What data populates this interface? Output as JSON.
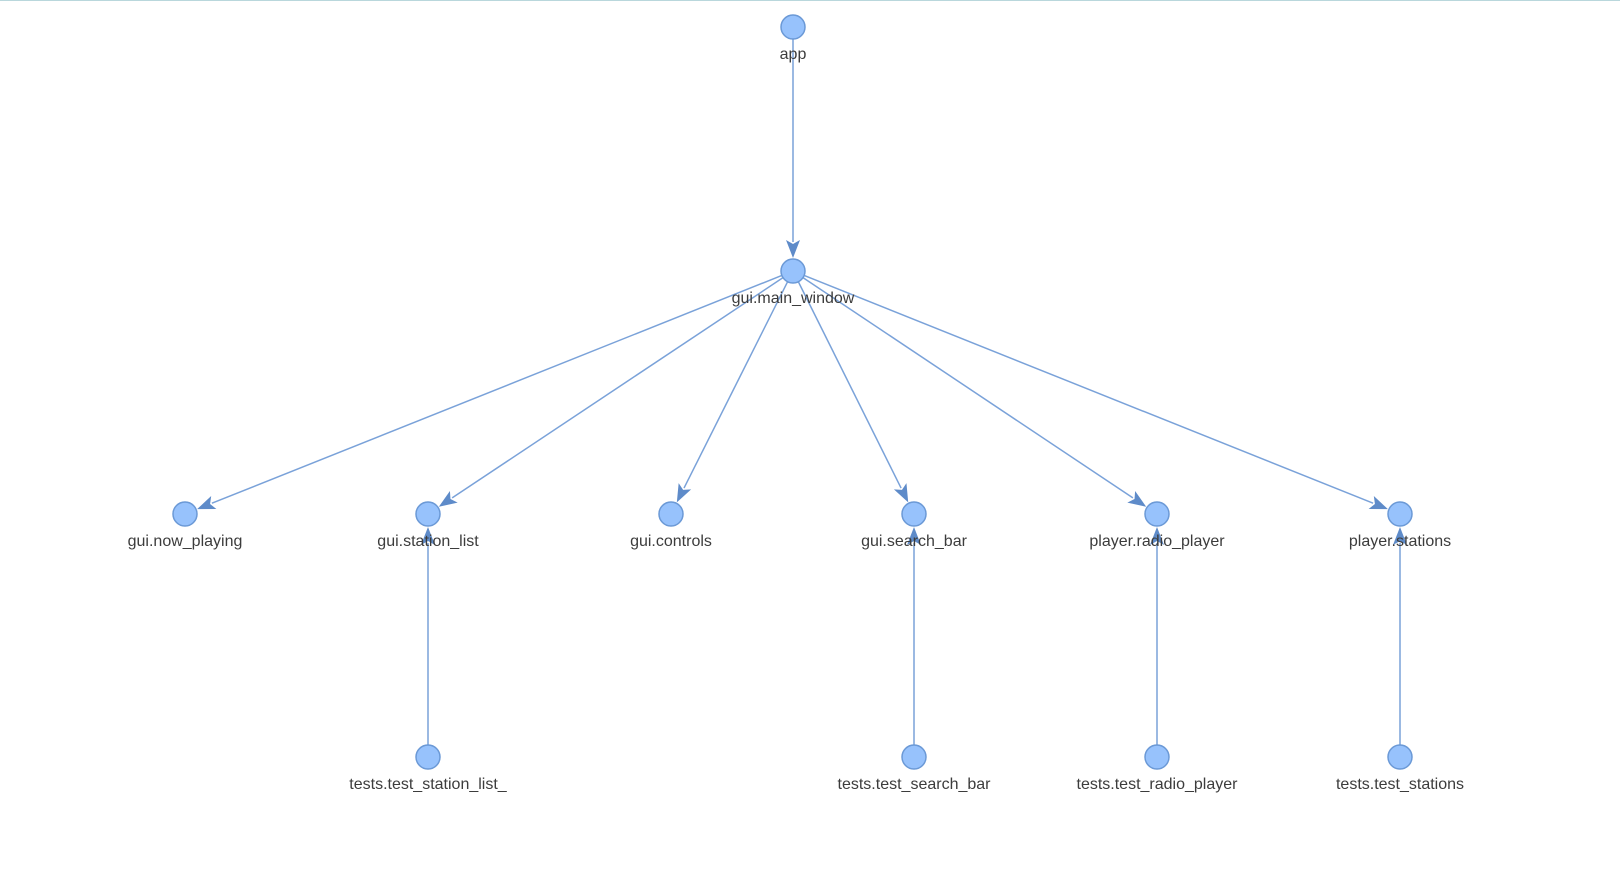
{
  "graph": {
    "colors": {
      "node_fill": "#97c2fc",
      "node_stroke": "#6b99d6",
      "edge": "#7aa2d9",
      "arrow": "#5e8bc9",
      "label": "#3c3c3c"
    },
    "nodes": [
      {
        "id": "app",
        "label": "app",
        "level": 0
      },
      {
        "id": "gui.main_window",
        "label": "gui.main_window",
        "level": 1
      },
      {
        "id": "gui.now_playing",
        "label": "gui.now_playing",
        "level": 2
      },
      {
        "id": "gui.station_list",
        "label": "gui.station_list",
        "level": 2
      },
      {
        "id": "gui.controls",
        "label": "gui.controls",
        "level": 2
      },
      {
        "id": "gui.search_bar",
        "label": "gui.search_bar",
        "level": 2
      },
      {
        "id": "player.radio_player",
        "label": "player.radio_player",
        "level": 2
      },
      {
        "id": "player.stations",
        "label": "player.stations",
        "level": 2
      },
      {
        "id": "tests.test_station_list_",
        "label": "tests.test_station_list_",
        "level": 3
      },
      {
        "id": "tests.test_search_bar",
        "label": "tests.test_search_bar",
        "level": 3
      },
      {
        "id": "tests.test_radio_player",
        "label": "tests.test_radio_player",
        "level": 3
      },
      {
        "id": "tests.test_stations",
        "label": "tests.test_stations",
        "level": 3
      }
    ],
    "edges": [
      {
        "from": "app",
        "to": "gui.main_window"
      },
      {
        "from": "gui.main_window",
        "to": "gui.now_playing"
      },
      {
        "from": "gui.main_window",
        "to": "gui.station_list"
      },
      {
        "from": "gui.main_window",
        "to": "gui.controls"
      },
      {
        "from": "gui.main_window",
        "to": "gui.search_bar"
      },
      {
        "from": "gui.main_window",
        "to": "player.radio_player"
      },
      {
        "from": "gui.main_window",
        "to": "player.stations"
      },
      {
        "from": "tests.test_station_list_",
        "to": "gui.station_list"
      },
      {
        "from": "tests.test_search_bar",
        "to": "gui.search_bar"
      },
      {
        "from": "tests.test_radio_player",
        "to": "player.radio_player"
      },
      {
        "from": "tests.test_stations",
        "to": "player.stations"
      }
    ]
  }
}
